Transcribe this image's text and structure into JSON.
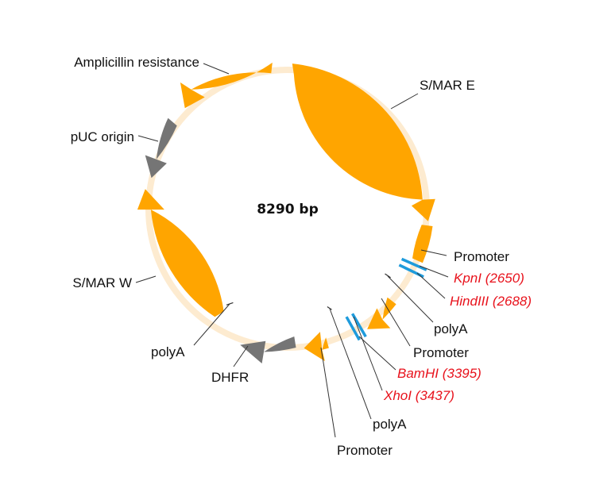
{
  "plasmid": {
    "size_label": "8290 bp"
  },
  "colors": {
    "backbone": "#FDEBD0",
    "feature_orange": "#FFA500",
    "feature_gray": "#757575",
    "restriction_site": "#1E9BDC",
    "site_label": "#E8121C"
  },
  "features": [
    {
      "name": "S/MAR E",
      "type": "feature",
      "color": "orange"
    },
    {
      "name": "Promoter",
      "type": "promoter",
      "color": "orange"
    },
    {
      "name": "polyA",
      "type": "polyA"
    },
    {
      "name": "Promoter",
      "type": "promoter",
      "color": "orange"
    },
    {
      "name": "polyA",
      "type": "polyA"
    },
    {
      "name": "Promoter",
      "type": "promoter",
      "color": "orange"
    },
    {
      "name": "DHFR",
      "type": "feature",
      "color": "gray"
    },
    {
      "name": "polyA",
      "type": "polyA"
    },
    {
      "name": "S/MAR W",
      "type": "feature",
      "color": "orange"
    },
    {
      "name": "pUC origin",
      "type": "feature",
      "color": "gray"
    },
    {
      "name": "Amplicillin resistance",
      "type": "feature",
      "color": "orange"
    }
  ],
  "restriction_sites": [
    {
      "name": "KpnI",
      "position": "(2650)"
    },
    {
      "name": "HindIII",
      "position": "(2688)"
    },
    {
      "name": "BamHI",
      "position": "(3395)"
    },
    {
      "name": "XhoI",
      "position": "(3437)"
    }
  ]
}
